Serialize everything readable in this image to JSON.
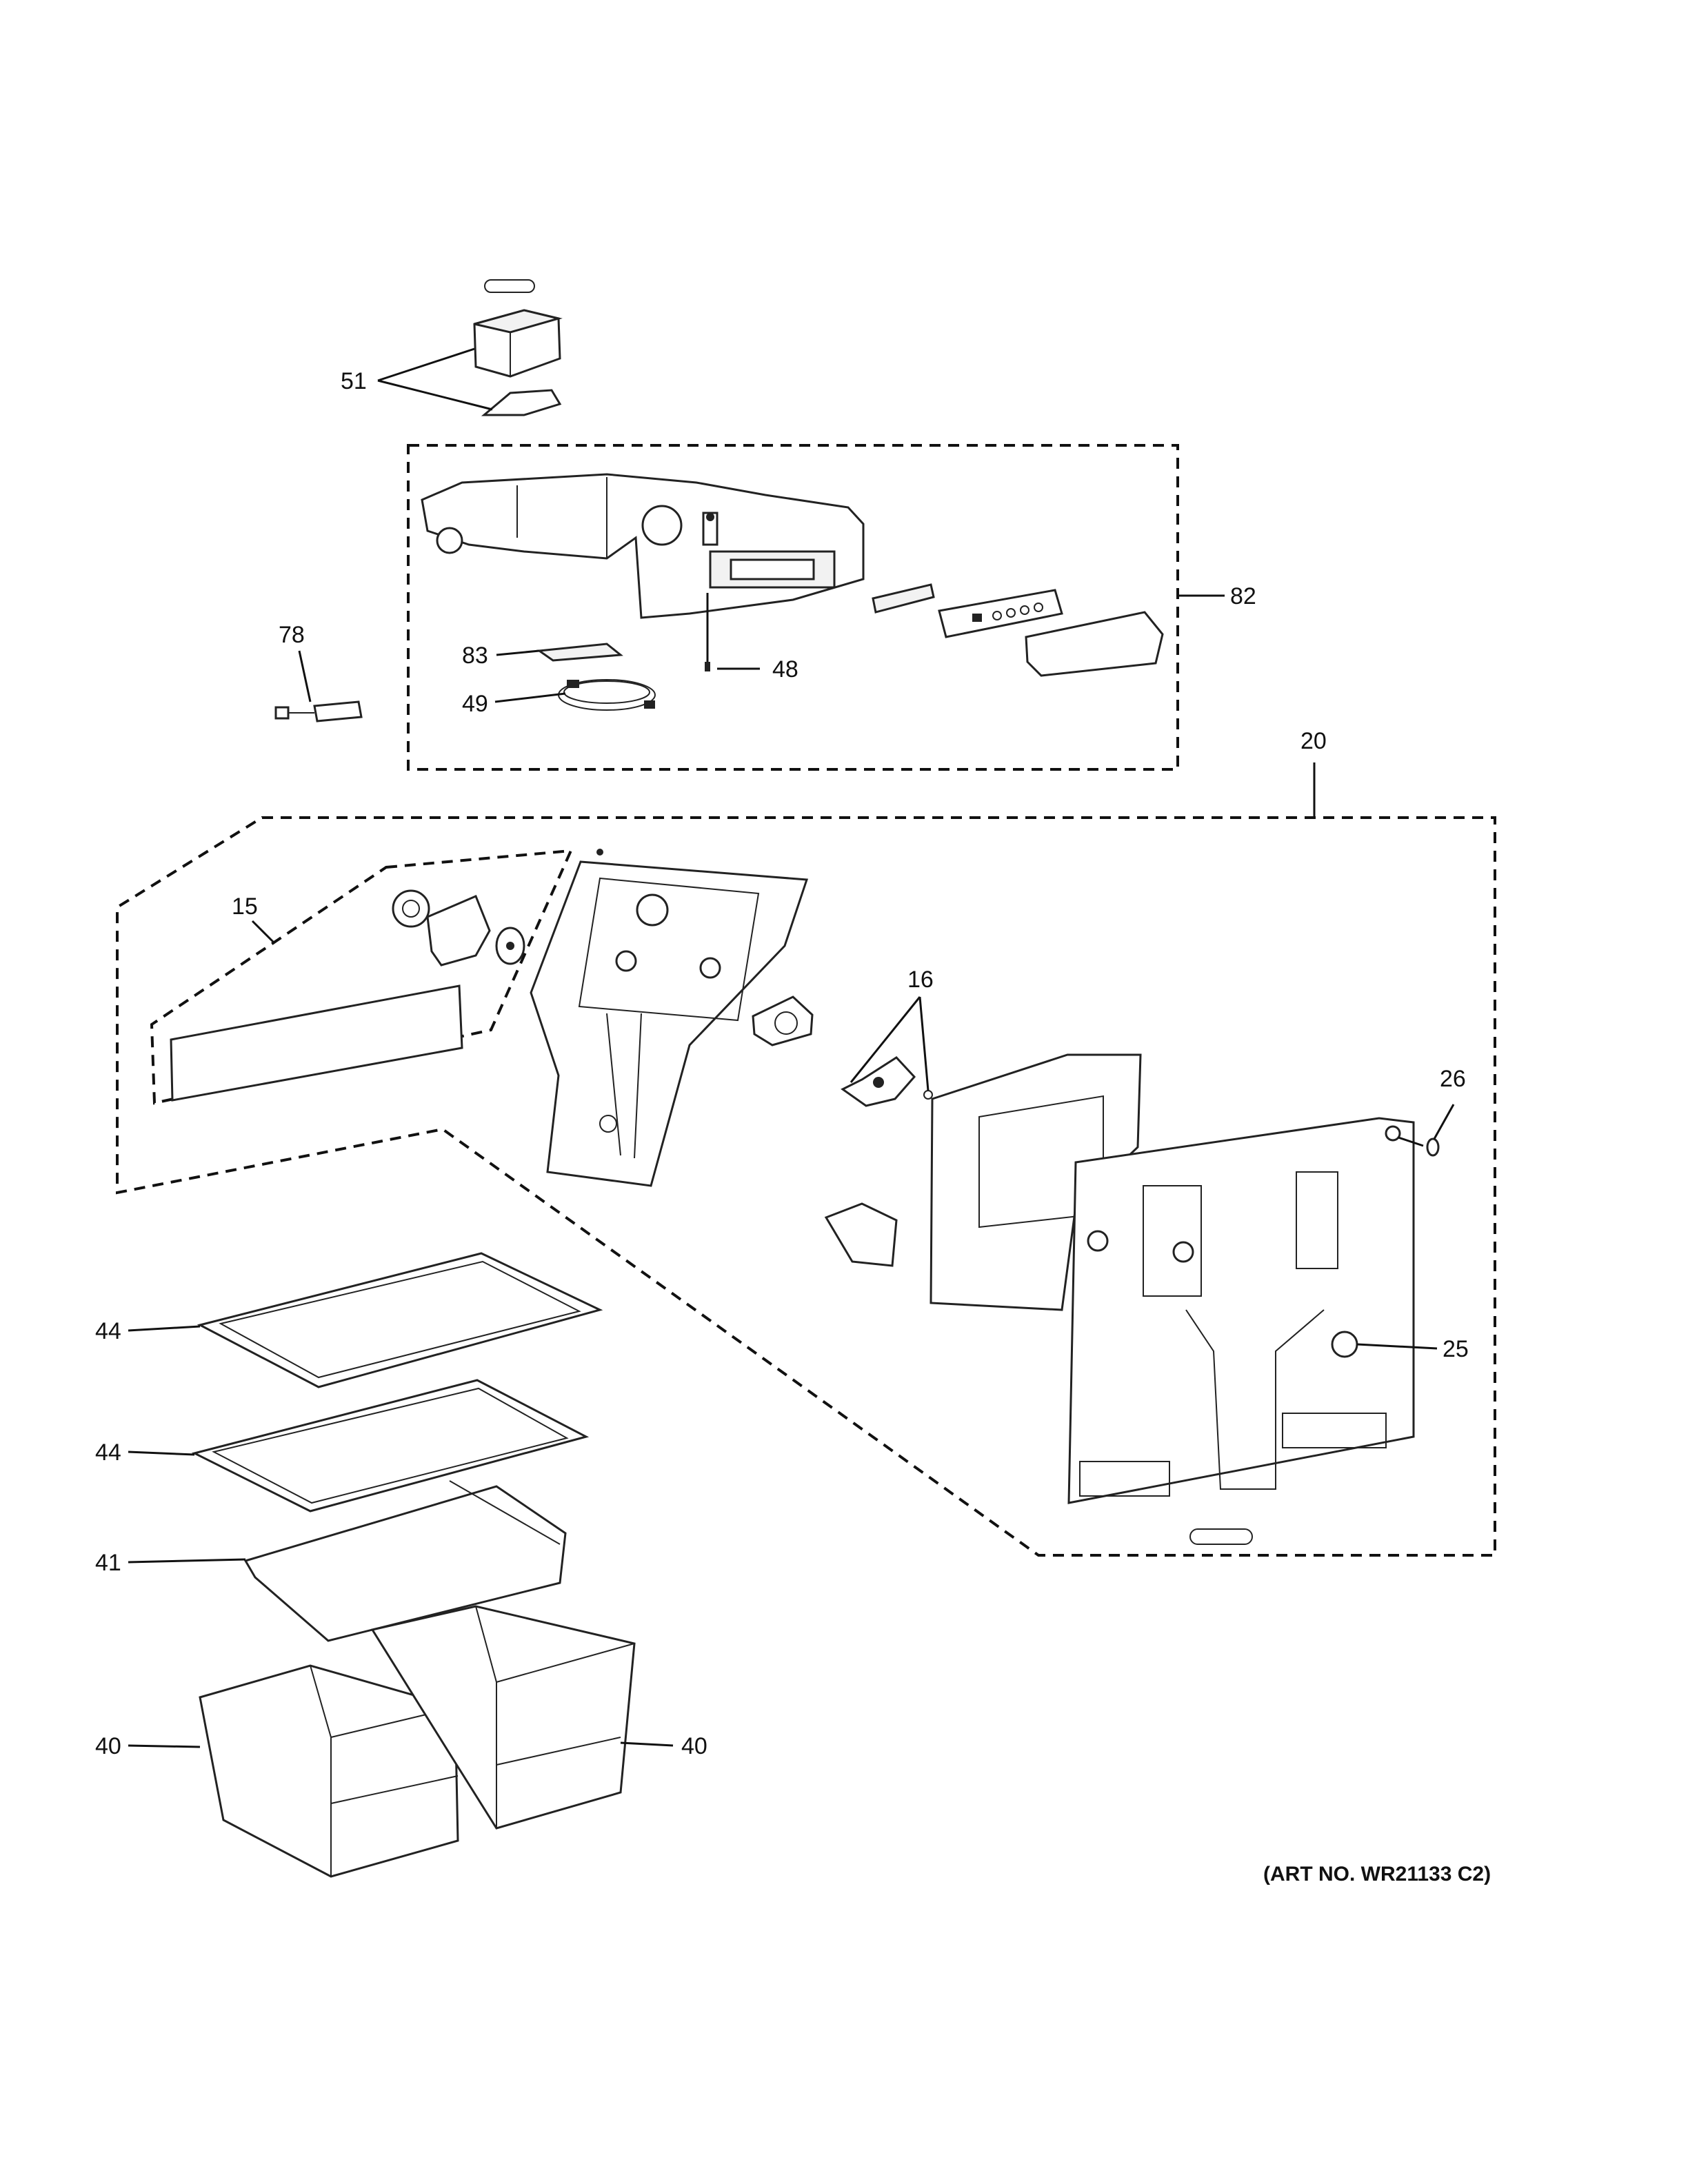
{
  "diagram": {
    "art_number": "(ART NO. WR21133 C2)",
    "callouts": {
      "c51": "51",
      "c78": "78",
      "c83": "83",
      "c48": "48",
      "c49": "49",
      "c82": "82",
      "c20": "20",
      "c15": "15",
      "c16": "16",
      "c26": "26",
      "c25": "25",
      "c44a": "44",
      "c44b": "44",
      "c41": "41",
      "c40a": "40",
      "c40b": "40"
    }
  }
}
